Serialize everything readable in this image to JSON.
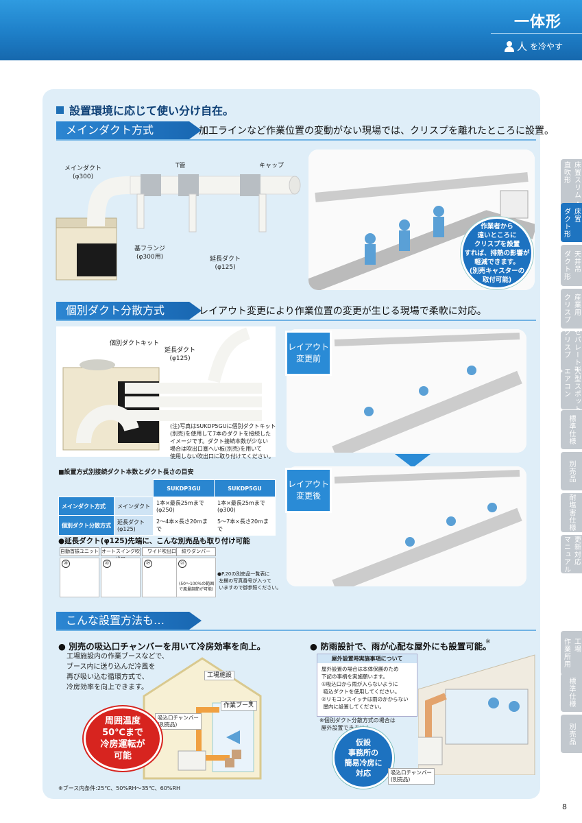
{
  "header": {
    "title": "一体形",
    "subtitle_main": "人",
    "subtitle_rest": "を冷やす"
  },
  "section_title": "設置環境に応じて使い分け自在。",
  "main_duct": {
    "band": "メインダクト方式",
    "desc": "加工ラインなど作業位置の変動がない現場では、クリスプを離れたところに設置。",
    "labels": {
      "main_duct": "メインダクト\n(φ300)",
      "t_pipe": "T管",
      "cap": "キャップ",
      "flange": "基フランジ\n(φ300用)",
      "ext_duct": "延長ダクト\n(φ125)"
    },
    "bubble": "作業者から\n遠いところに\nクリスプを設置\nすれば、排熱の影響が\n軽減できます。\n(別売キャスターの\n取付可能)"
  },
  "individual_duct": {
    "band": "個別ダクト分散方式",
    "desc": "レイアウト変更により作業位置の変更が生じる現場で柔軟に対応。",
    "labels": {
      "kit": "個別ダクトキット",
      "ext_duct": "延長ダクト\n(φ125)"
    },
    "note": "(注)写真はSUKDP5GUに個別ダクトキット\n(別売)を使用して7本のダクトを接続した\nイメージです。ダクト接続本数が少ない\n場合は吹出口塞へい板(別売)を用いて\n使用しない吹出口に取り付けてください。",
    "layout_before": "レイアウト\n変更前",
    "layout_after": "レイアウト\n変更後"
  },
  "table": {
    "title": "■設置方式別接続ダクト本数とダクト長さの目安",
    "headers": [
      "",
      "",
      "SUKDP3GU",
      "SUKDP5GU"
    ],
    "rows": [
      [
        "メインダクト方式",
        "メインダクト",
        "1本×最長25mまで\n(φ250)",
        "1本×最長25mまで\n(φ300)"
      ],
      [
        "個別ダクト分散方式",
        "延長ダクト\n(φ125)",
        "2〜4本×長さ20mまで",
        "5〜7本×長さ20mまで"
      ]
    ]
  },
  "accessories": {
    "heading": "●延長ダクト(φ125)先端に、こんな別売品も取り付け可能",
    "items": [
      {
        "title": "自動首振ユニット",
        "num": "⑳"
      },
      {
        "title": "オートスイング吹出口",
        "num": "㉓"
      },
      {
        "title": "ワイド吹出口",
        "num": "㉔"
      },
      {
        "title": "絞りダンパー",
        "num": "㉑",
        "caption": "(50〜100%の範囲\nで風量調節が可能)"
      }
    ],
    "note": "●P.20の別売品一覧表に\n 左欄の写真番号が入って\n いますので御参照ください。"
  },
  "other_methods": {
    "band": "こんな設置方法も…",
    "left_heading": "● 別売の吸込口チャンバーを用いて冷房効率を向上。",
    "left_body": "工場施設内の作業ブースなどで、\nブース内に送り込んだ冷風を\n再び吸い込む循環方式で、\n冷房効率を向上できます。",
    "factory_label": "工場施設",
    "booth_label": "作業ブース",
    "booth_mark": "※",
    "chamber_label": "吸込口チャンバー\n(別売品)",
    "burst": "周囲温度\n50℃まで\n冷房運転が\n可能",
    "footnote": "※ブース内条件:25℃、50%RH〜35℃、60%RH",
    "right_heading": "● 防雨設計で、雨が心配な屋外にも設置可能。",
    "right_mark": "※",
    "box_head": "屋外設置時実施事項について",
    "box_body": "屋外設置の場合は本体保護のため\n下記の事柄を実施願います。\n①吸込口から雨が入らないように\n 吸込ダクトを使用してください。\n②リモコンスイッチは雨のかからない\n 屋内に設置してください。",
    "right_note": "※個別ダクト分散方式の場合は\n 屋外設置できません。",
    "circle": "仮設\n事務所の\n簡易冷房に\n対応",
    "chamber_label2": "吸込口チャンバー\n(別売品)"
  },
  "side_tabs": [
    "床置スリム・\n直吹形",
    "床置\nダクト形",
    "天井吊\nダクト形",
    "産業用\nクリスプ",
    "セパレート形\nクリスプ",
    "大型スポット\nエアコン",
    "標準仕様",
    "別売品",
    "耐塩害仕様",
    "更新対応\nマニュアル",
    "工場\n作業所用",
    "標準仕様",
    "別売品"
  ],
  "page_number": "8"
}
